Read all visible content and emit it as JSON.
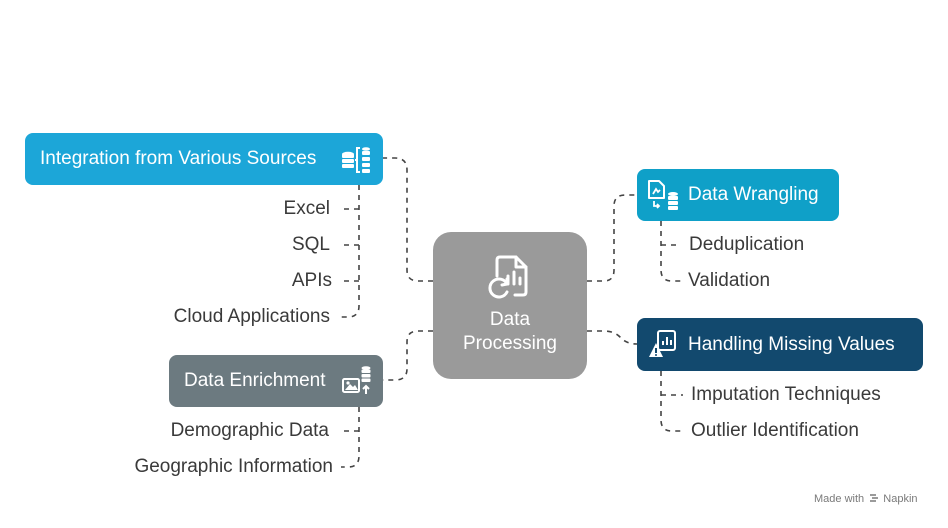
{
  "center": {
    "line1": "Data",
    "line2": "Processing",
    "icon": "document-chart-refresh-icon"
  },
  "branches": {
    "integration": {
      "label": "Integration from Various Sources",
      "icon": "database-bracket-icon",
      "color": "#1ca6d8",
      "items": [
        "Excel",
        "SQL",
        "APIs",
        "Cloud Applications"
      ]
    },
    "enrichment": {
      "label": "Data Enrichment",
      "icon": "image-database-icon",
      "color": "#6c7a80",
      "items": [
        "Demographic Data",
        "Geographic Information"
      ]
    },
    "wrangling": {
      "label": "Data Wrangling",
      "icon": "file-transform-database-icon",
      "color": "#0fa0c8",
      "items": [
        "Deduplication",
        "Validation"
      ]
    },
    "missing": {
      "label": "Handling Missing Values",
      "icon": "chart-warning-icon",
      "color": "#12496e",
      "items": [
        "Imputation Techniques",
        "Outlier Identification"
      ]
    }
  },
  "footer": {
    "made_with": "Made with",
    "brand": "Napkin"
  },
  "colors": {
    "center": "#9a9a9a",
    "connector": "#444444",
    "leaf_text": "#3a3a3a"
  }
}
